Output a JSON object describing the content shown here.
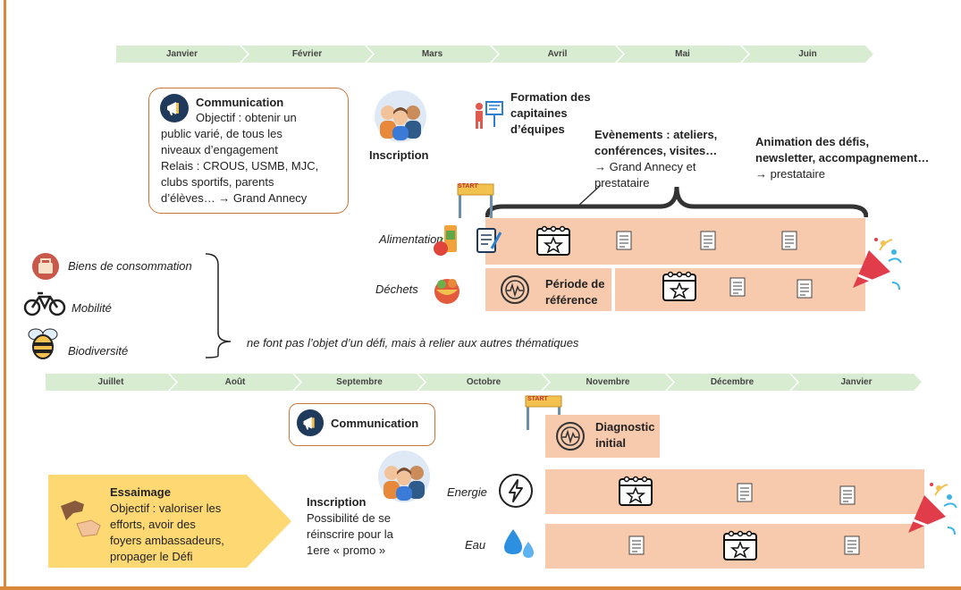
{
  "timeline_top": [
    "Janvier",
    "Février",
    "Mars",
    "Avril",
    "Mai",
    "Juin"
  ],
  "timeline_bottom": [
    "Juillet",
    "Août",
    "Septembre",
    "Octobre",
    "Novembre",
    "Décembre",
    "Janvier"
  ],
  "communication_top": {
    "title": "Communication",
    "line1": "Objectif : obtenir un",
    "line2": "public varié, de tous les",
    "line3": "niveaux d’engagement",
    "line4": "Relais : CROUS, USMB, MJC,",
    "line5": "clubs sportifs, parents",
    "line6": "d’élèves… → Grand Annecy"
  },
  "inscription_top": "Inscription",
  "formation": {
    "line1": "Formation des",
    "line2": "capitaines",
    "line3": "d’équipes"
  },
  "evenements": {
    "line1": "Evènements : ateliers,",
    "line2": "conférences, visites…",
    "line3": "→ Grand Annecy et",
    "line4": "prestataire"
  },
  "animation": {
    "line1": "Animation des défis,",
    "line2": "newsletter, accompagnement…",
    "line3": "→ prestataire"
  },
  "start_label": "START",
  "themes_top": {
    "alimentation": "Alimentation",
    "dechets": "Déchets"
  },
  "periode_reference": {
    "line1": "Période de",
    "line2": "référence"
  },
  "side_themes": [
    "Biens de consommation",
    "Mobilité",
    "Biodiversité"
  ],
  "side_note": "ne font pas l’objet d’un défi, mais à relier aux autres thématiques",
  "communication_bottom": "Communication",
  "diagnostic": {
    "line1": "Diagnostic",
    "line2": "initial"
  },
  "essaimage": {
    "title": "Essaimage",
    "line1": "Objectif : valoriser les",
    "line2": "efforts, avoir des",
    "line3": "foyers ambassadeurs,",
    "line4": "propager le Défi"
  },
  "inscription_bottom": {
    "title": "Inscription",
    "line1": "Possibilité de se",
    "line2": "réinscrire pour la",
    "line3": "1ere « promo »"
  },
  "themes_bottom": {
    "energie": "Energie",
    "eau": "Eau"
  },
  "colors": {
    "timeline": "#d8ecd2",
    "band": "#f7c9ad",
    "accent": "#c8763a",
    "essaimage": "#fdd873"
  }
}
